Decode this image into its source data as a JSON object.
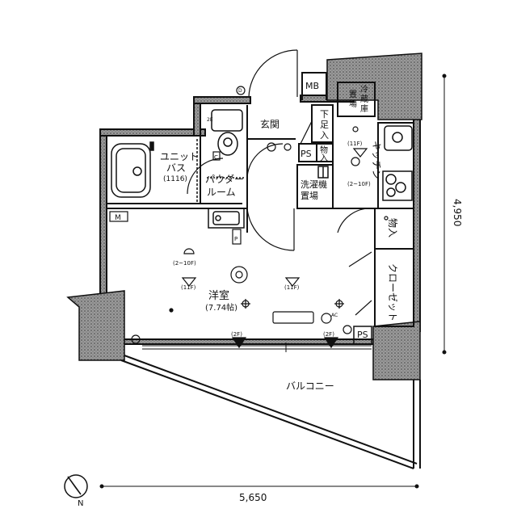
{
  "rooms": {
    "unit_bath": [
      "ユニット",
      "バス",
      "(1116)"
    ],
    "powder_room": [
      "パウダー",
      "ルーム"
    ],
    "entrance": "玄関",
    "shoe_storage": [
      "下",
      "足",
      "入"
    ],
    "fridge_space": [
      "冷",
      "蔵",
      "庫",
      "置",
      "場"
    ],
    "kitchen": "キッチン",
    "laundry": [
      "洗濯機",
      "置場"
    ],
    "storage_1": [
      "物",
      "入"
    ],
    "storage_2": "物入",
    "closet": "クローゼット",
    "western_room": "洋室",
    "western_room_size": "(7.74帖)",
    "balcony": "バルコニー"
  },
  "shafts": {
    "mb": "MB",
    "ps_1": "PS",
    "ps_2": "PS",
    "m": "M"
  },
  "fixture_notes": {
    "floor_note_1": "(2~10F)",
    "floor_note_2": "(11F)",
    "floor_note_3": "(11F)",
    "kitchen_note_1": "(11F)",
    "kitchen_note_2": "(2~10F)",
    "balcony_note_1": "(2F)",
    "balcony_note_2": "(2F)",
    "c_label": "C",
    "p_label": "P",
    "d_label": "D",
    "ac_label": "AC",
    "e_label": "2E"
  },
  "dimensions": {
    "width": "5,650",
    "depth": "4,950"
  },
  "compass": {
    "north_label": "N"
  }
}
